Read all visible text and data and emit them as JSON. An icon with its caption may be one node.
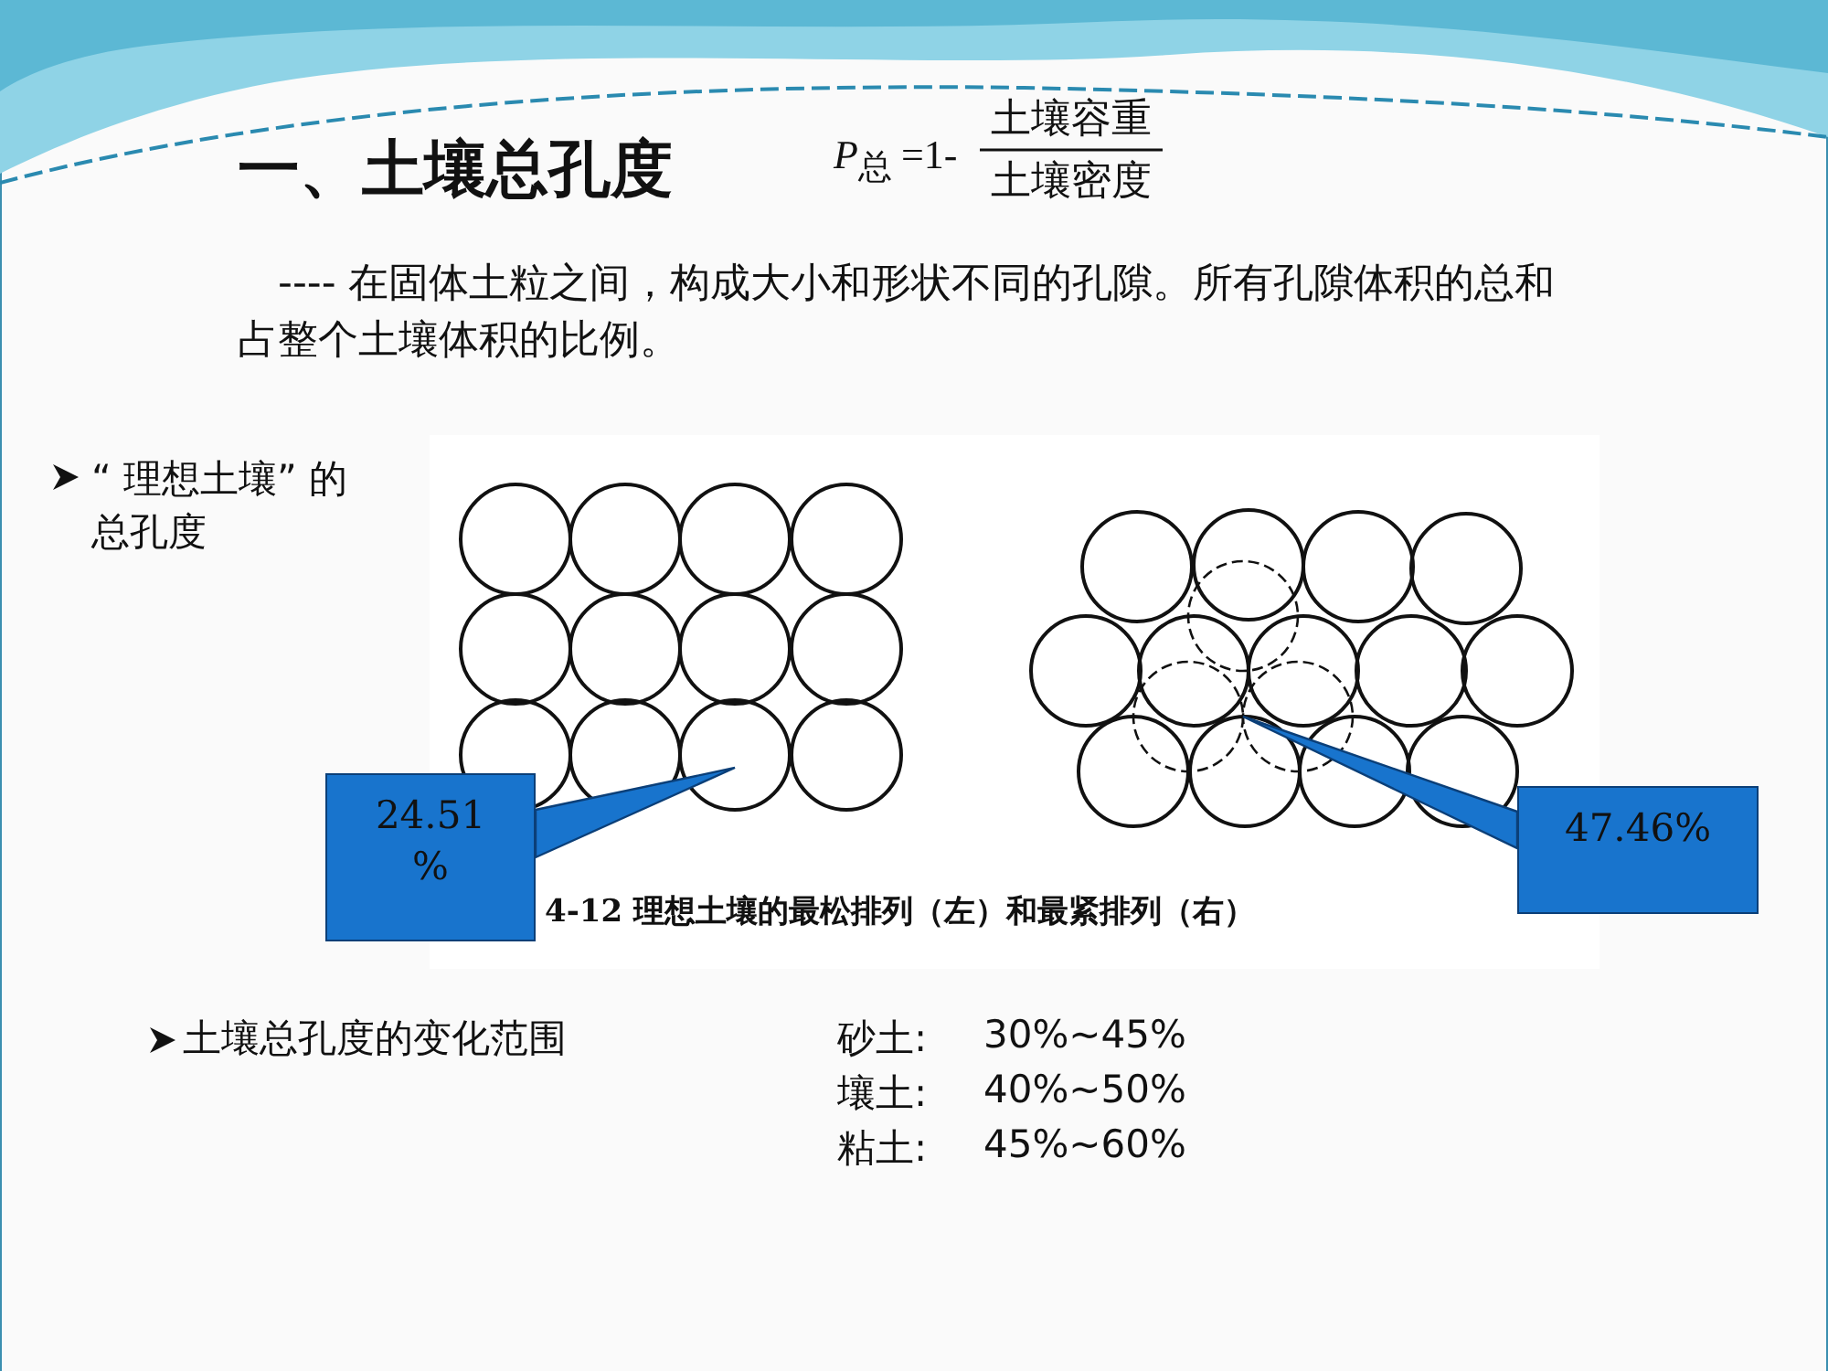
{
  "diagram": {
    "title": "一、土壤总孔度",
    "nodes": [
      {
        "text": [
          "24.51 %"
        ]
      },
      {
        "text": [
          "47.46%"
        ]
      }
    ],
    "edges": [
      {
        "from": 0,
        "to": null,
        "arrow": "to"
      },
      {
        "from": 1,
        "to": null,
        "arrow": "to"
      }
    ],
    "labels": [
      "P$_{总}$ =1-",
      "土壤容重",
      "土壤密度",
      "---- 在固体土粒之间，构成大小和形状不同的孔隙。所有孔隙体积的总和占整个土壤体积的比例。",
      "“ 理想土壤” 的总孔度",
      "4-12 理想土壤的最松排列（左）和最紧排列（右）",
      "土壤总孔度的变化范围",
      "砂土:",
      "30%~45%",
      "壤土:",
      "40%~50%",
      "粘土:",
      "45%~60%"
    ]
  }
}
